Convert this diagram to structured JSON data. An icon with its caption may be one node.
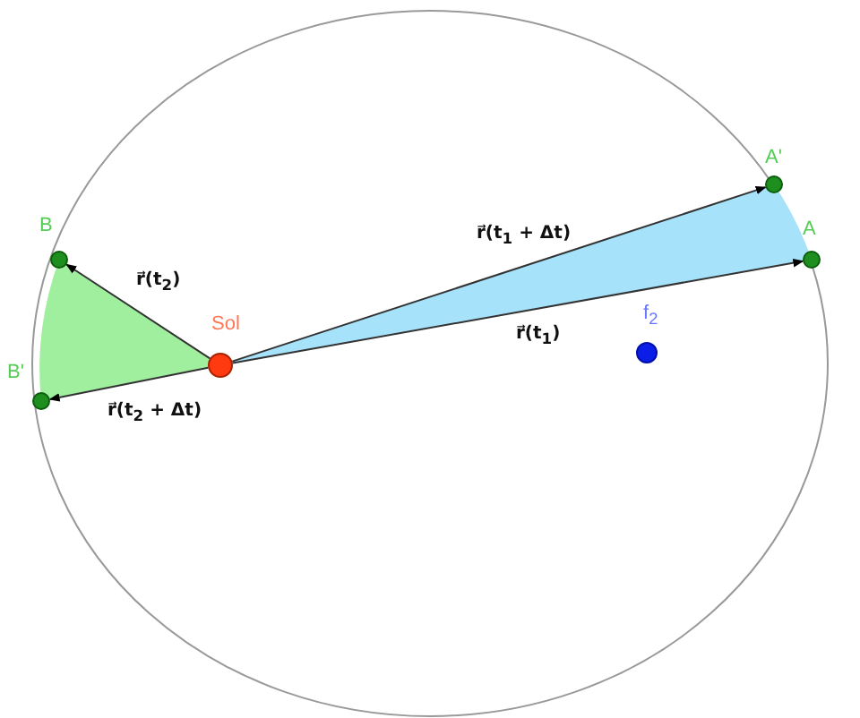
{
  "diagram": {
    "nodes": [
      {
        "text": [
          "A'"
        ]
      },
      {
        "text": [
          "B"
        ]
      },
      {
        "text": [
          "A"
        ]
      },
      {
        "text": [
          "f$_{2}$"
        ]
      },
      {
        "text": [
          "Sol"
        ]
      },
      {
        "text": [
          "B'"
        ]
      }
    ],
    "edges": [
      {
        "from": 4,
        "to": 2,
        "arrow": "to",
        "label": "r⃗(t$_{1}$)"
      },
      {
        "from": 4,
        "to": 0,
        "arrow": "to",
        "label": "r⃗(t$_{1}$ + Δt)"
      },
      {
        "from": 4,
        "to": 1,
        "arrow": "to",
        "label": "r⃗(t$_{2}$)"
      },
      {
        "from": 4,
        "to": 5,
        "arrow": "to",
        "label": "r⃗(t$_{2}$ + Δt)"
      }
    ]
  }
}
